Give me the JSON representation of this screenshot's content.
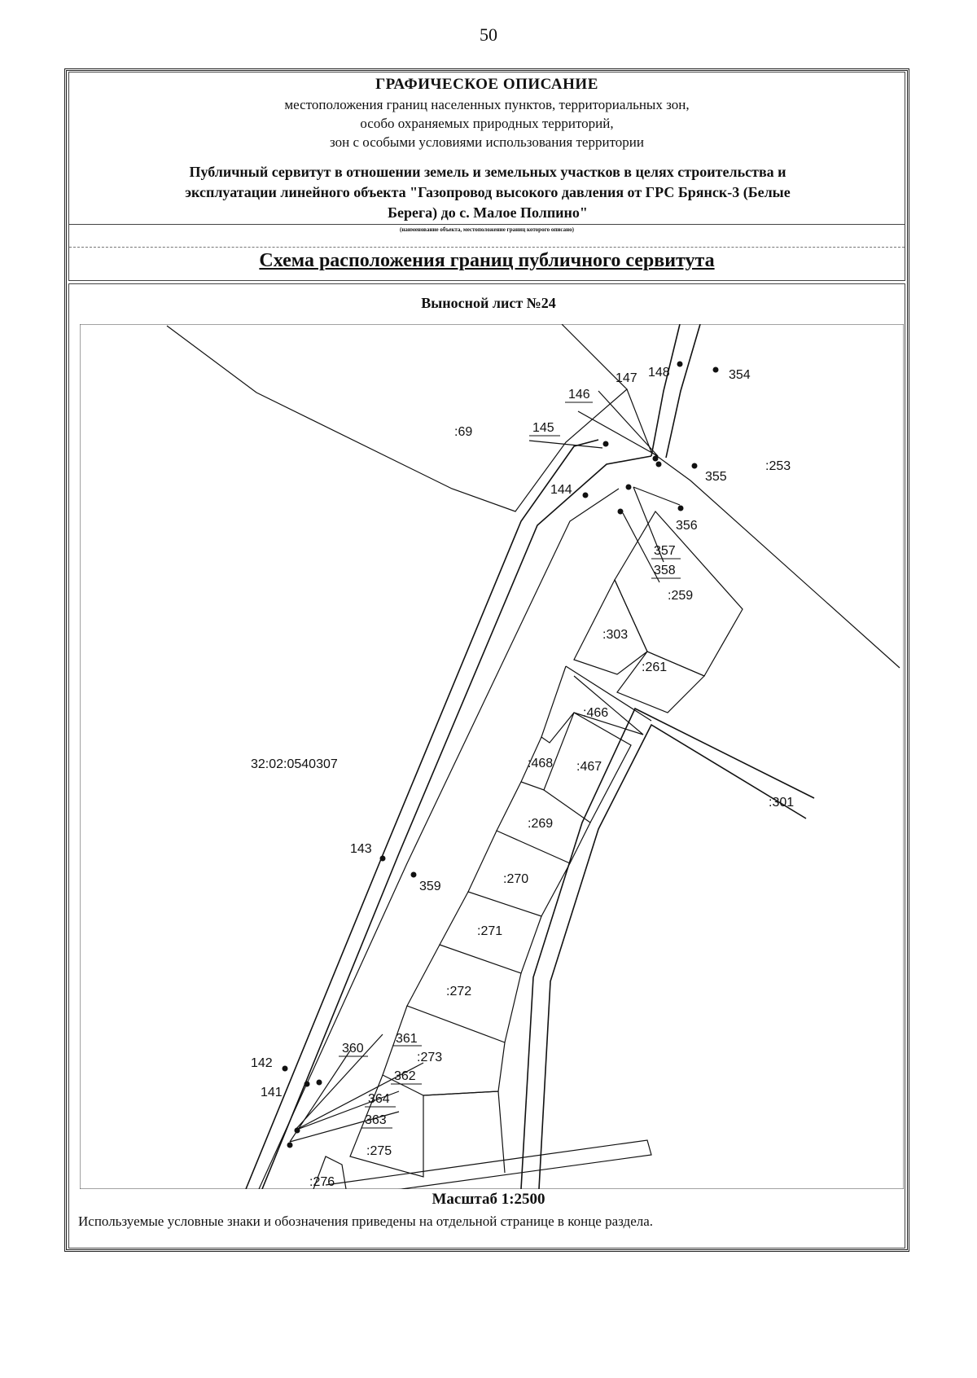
{
  "page_number": "50",
  "header": {
    "title": "ГРАФИЧЕСКОЕ ОПИСАНИЕ",
    "desc_line1": "местоположения границ населенных пунктов, территориальных зон,",
    "desc_line2": "особо охраняемых природных территорий,",
    "desc_line3": "зон с особыми условиями использования территории",
    "object_line1": "Публичный сервитут в отношении земель и земельных участков в целях строительства и",
    "object_line2": "эксплуатации линейного объекта \"Газопровод высокого давления от ГРС Брянск-3 (Белые",
    "object_line3": "Берега) до с. Малое Полпино\"",
    "object_caption": "(наименование объекта, местоположение границ которого описано)",
    "scheme_title": "Схема расположения границ публичного сервитута"
  },
  "sheet_title": "Выносной лист №24",
  "map": {
    "quarter_label": "32:02:0540307",
    "parcel_labels": [
      ":69",
      ":253",
      ":259",
      ":303",
      ":261",
      ":466",
      ":468",
      ":467",
      ":301",
      ":269",
      ":270",
      ":271",
      ":272",
      ":273",
      ":275",
      ":276"
    ],
    "point_labels": [
      "147",
      "148",
      "354",
      "146",
      "145",
      "355",
      "144",
      "356",
      "357",
      "358",
      "143",
      "359",
      "361",
      "360",
      "142",
      "362",
      "141",
      "364",
      "363"
    ]
  },
  "scale": "Масштаб 1:2500",
  "legend_note": "Используемые условные знаки и обозначения приведены на отдельной странице в конце раздела."
}
